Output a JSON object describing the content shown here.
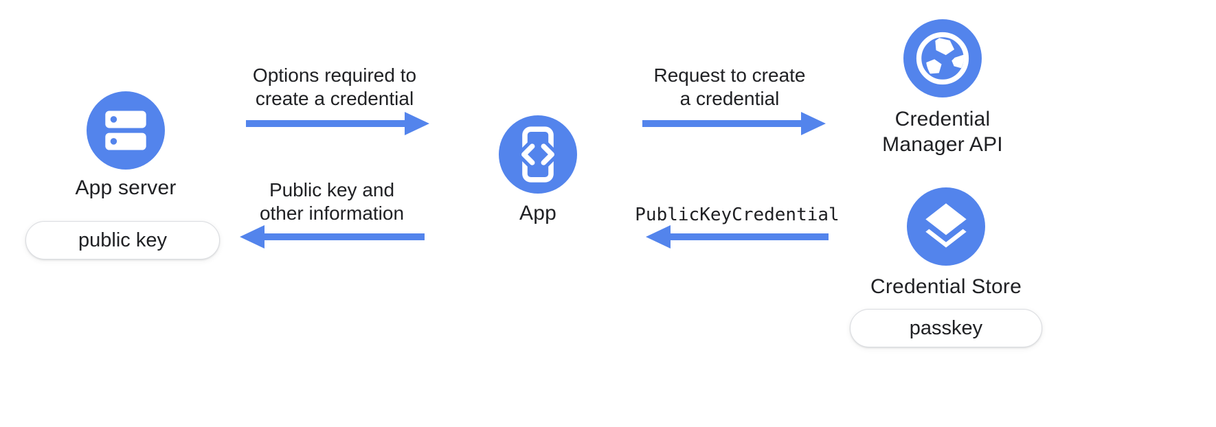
{
  "colors": {
    "accent_blue": "#5384EC",
    "text": "#202124",
    "pill_border": "#DADCE0",
    "background": "#FFFFFF"
  },
  "nodes": {
    "app_server": {
      "label": "App server",
      "badge": "public key",
      "icon": "server-icon"
    },
    "app": {
      "label": "App",
      "icon": "phone-code-icon"
    },
    "credential_manager": {
      "label_line1": "Credential",
      "label_line2": "Manager API",
      "icon": "globe-icon"
    },
    "credential_store": {
      "label": "Credential Store",
      "badge": "passkey",
      "icon": "layers-icon"
    }
  },
  "flows": [
    {
      "direction": "right",
      "line1": "Options required to",
      "line2": "create a credential"
    },
    {
      "direction": "right",
      "line1": "Request to create",
      "line2": "a credential"
    },
    {
      "direction": "left",
      "line1": "Public key and",
      "line2": "other information"
    },
    {
      "direction": "left",
      "label": "PublicKeyCredential"
    }
  ]
}
